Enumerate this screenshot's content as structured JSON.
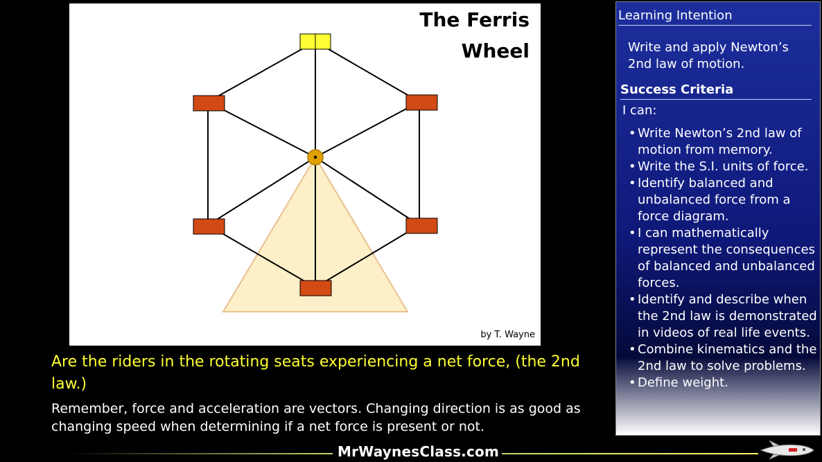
{
  "illustration": {
    "title_line1": "The Ferris",
    "title_line2": "Wheel",
    "credit": "by T. Wayne"
  },
  "question": "Are the riders in the rotating seats experiencing a net force, (the 2nd law.)",
  "remark": "Remember, force and acceleration are vectors. Changing direction is as good as changing speed when determining if a net force is present or not.",
  "panel": {
    "learning_heading": "Learning Intention",
    "learning_text": "Write and apply Newton’s 2nd law of motion.",
    "success_heading": "Success Criteria",
    "ican": "I can:",
    "bullet": "•",
    "criteria": [
      "Write Newton’s 2nd law of motion from memory.",
      "Write the S.I. units of force.",
      "Identify balanced and unbalanced force from a force diagram.",
      "I can mathematically represent the consequences of balanced and unbalanced forces.",
      "Identify and describe when the 2nd law is demonstrated in videos of real life events.",
      "Combine kinematics and the 2nd law to solve problems.",
      "Define weight."
    ]
  },
  "footer": {
    "site": "MrWaynesClass.com"
  },
  "colors": {
    "question": "#ffff33",
    "seat": "#d24a14",
    "top_seat": "#ffff33",
    "hub": "#e0a000",
    "stand": "#fdf0c8",
    "stand_edge": "#e8c090"
  }
}
